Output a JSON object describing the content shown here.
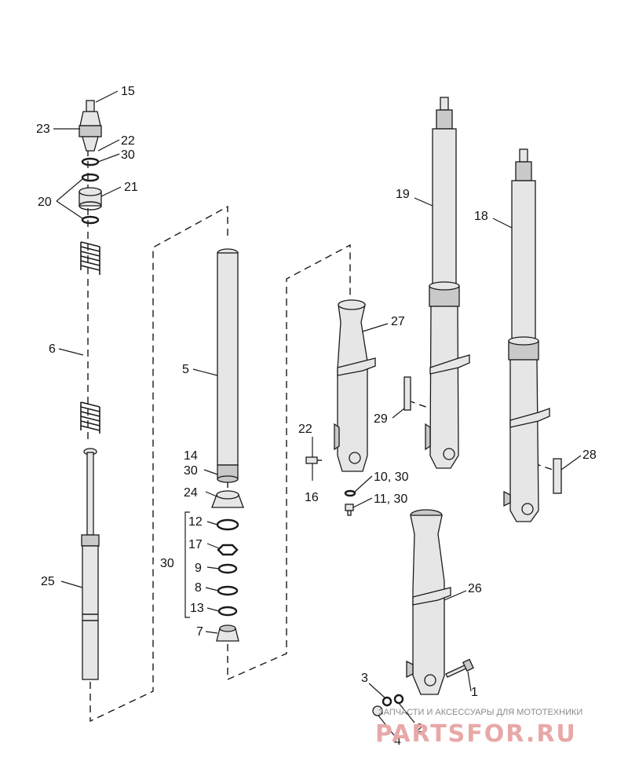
{
  "labels": {
    "l15": "15",
    "l23": "23",
    "l22a": "22",
    "l30a": "30",
    "l21": "21",
    "l20": "20",
    "l6": "6",
    "l25": "25",
    "l5": "5",
    "l14": "14",
    "l30b": "30",
    "l24": "24",
    "l12": "12",
    "l17": "17",
    "l30c": "30",
    "l9": "9",
    "l8": "8",
    "l13": "13",
    "l7": "7",
    "l19": "19",
    "l18": "18",
    "l27": "27",
    "l29": "29",
    "l28": "28",
    "l22b": "22",
    "l16": "16",
    "l1030": "10, 30",
    "l1130": "11, 30",
    "l26": "26",
    "l1": "1",
    "l3": "3",
    "l2": "2",
    "l4": "4"
  },
  "watermark": {
    "caption": "ЗАПЧАСТИ И АКСЕССУАРЫ ДЛЯ МОТОТЕХНИКИ",
    "logo": "PARTSFOR.RU"
  },
  "colors": {
    "line": "#1a1a1a",
    "fill": "#e6e6e6",
    "watermark": "#e8a8a8"
  }
}
